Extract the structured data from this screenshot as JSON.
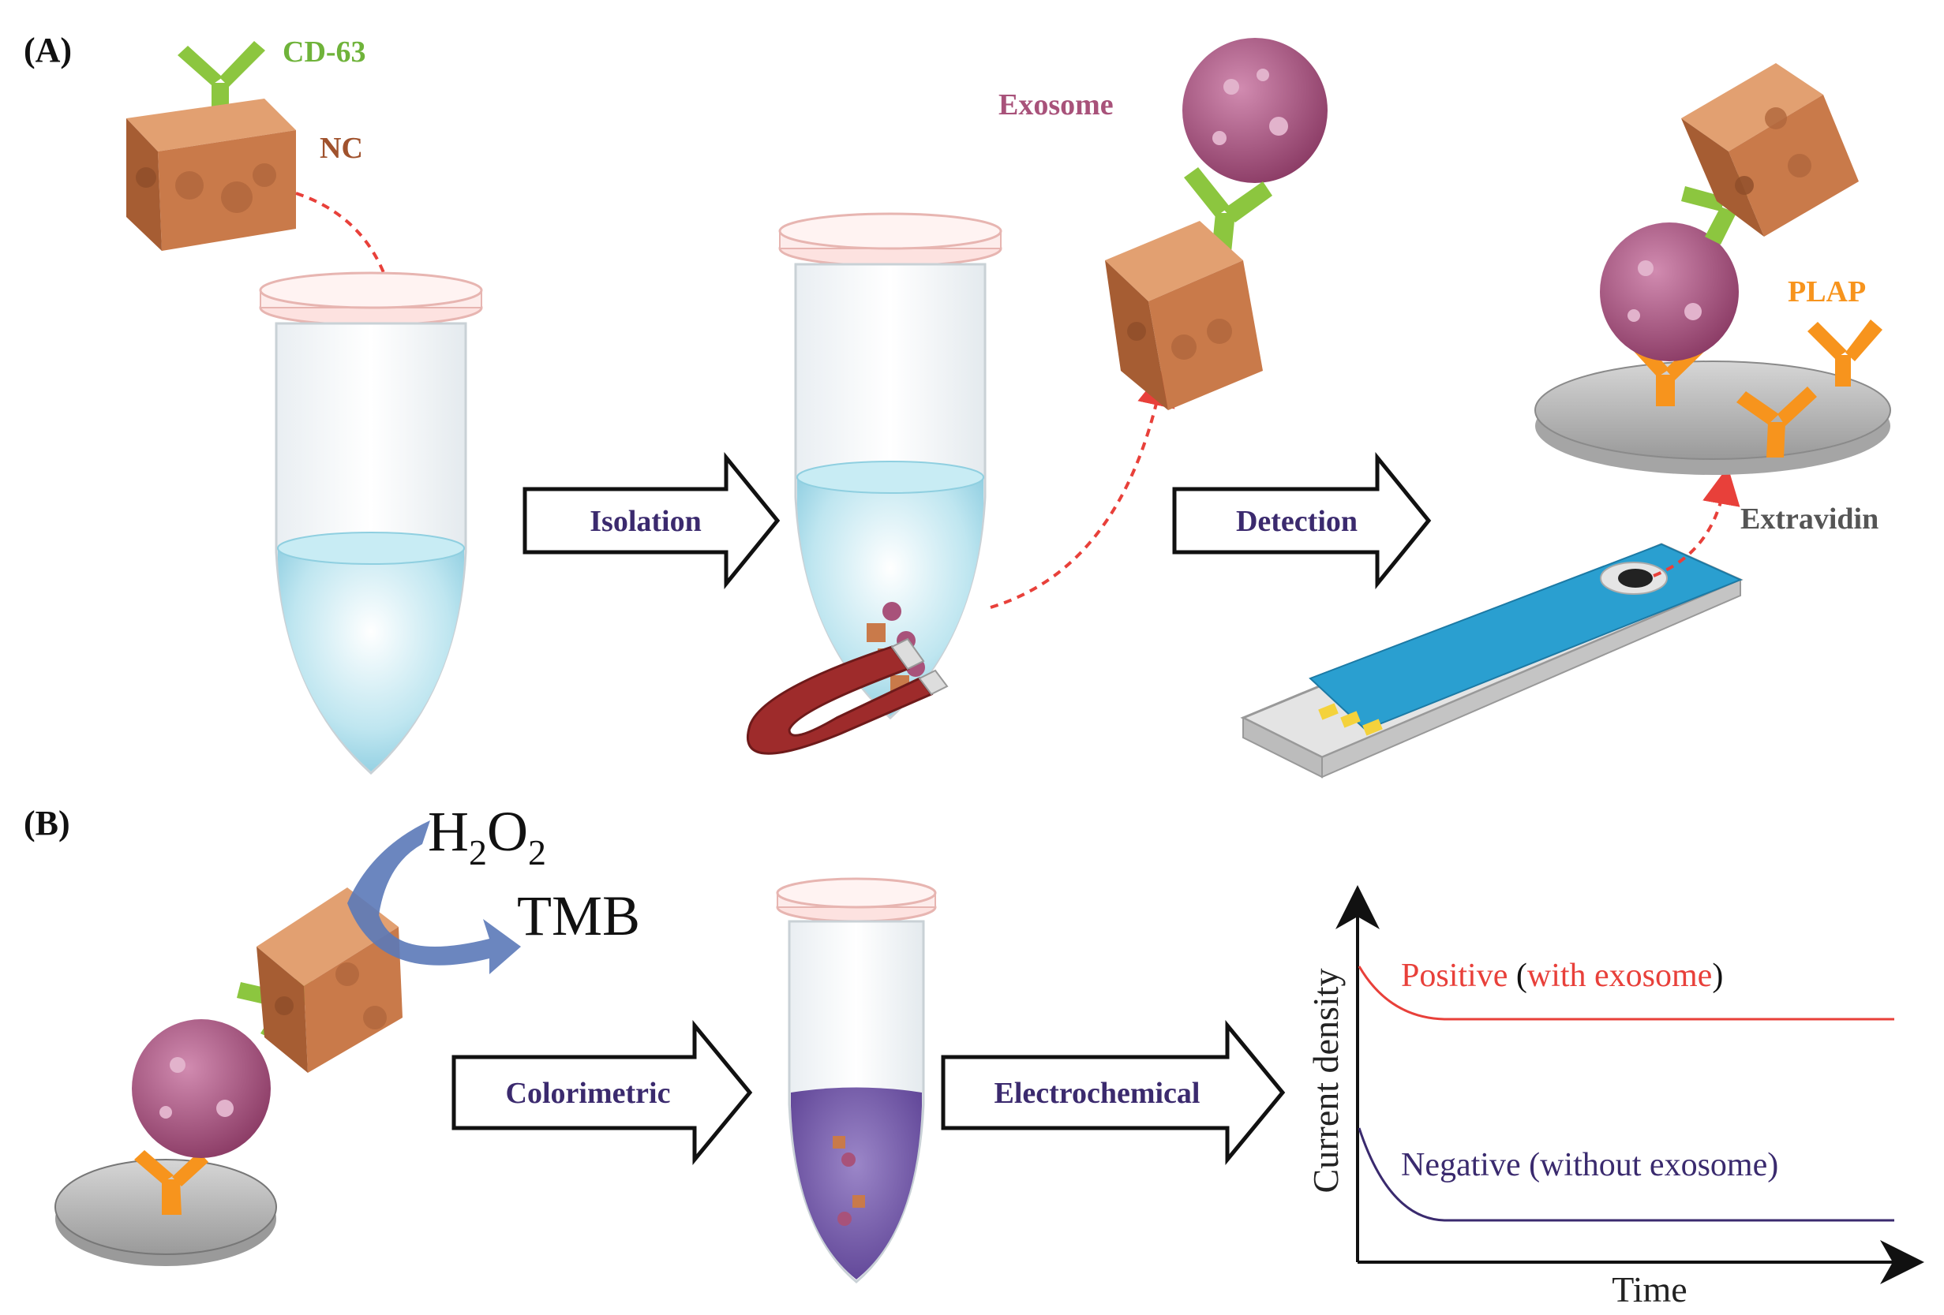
{
  "panels": {
    "a_label": "(A)",
    "b_label": "(B)"
  },
  "labels": {
    "cd63": "CD-63",
    "nc": "NC",
    "exosome": "Exosome",
    "plap": "PLAP",
    "extravidin": "Extravidin",
    "h2o2_main": "H",
    "h2o2_sub1": "2",
    "h2o2_mid": "O",
    "h2o2_sub2": "2",
    "tmb": "TMB"
  },
  "arrows": {
    "isolation": "Isolation",
    "detection": "Detection",
    "colorimetric": "Colorimetric",
    "electrochemical": "Electrochemical"
  },
  "graph": {
    "ylabel": "Current density",
    "xlabel": "Time",
    "positive_word": "Positive",
    "positive_detail": "with exosome",
    "negative_word": "Negative",
    "negative_detail": "without exosome",
    "positive_color": "#e8403a",
    "negative_color": "#3a2a6e"
  },
  "colors": {
    "cube": "#c97a4a",
    "antibody_green": "#8cc63f",
    "antibody_orange": "#f7941d",
    "exosome": "#a8527a",
    "liquid_blue": "#9fd8e6",
    "liquid_purple": "#6a4f9e",
    "magnet": "#9e2b2b",
    "electrode": "#2a9fd0"
  }
}
